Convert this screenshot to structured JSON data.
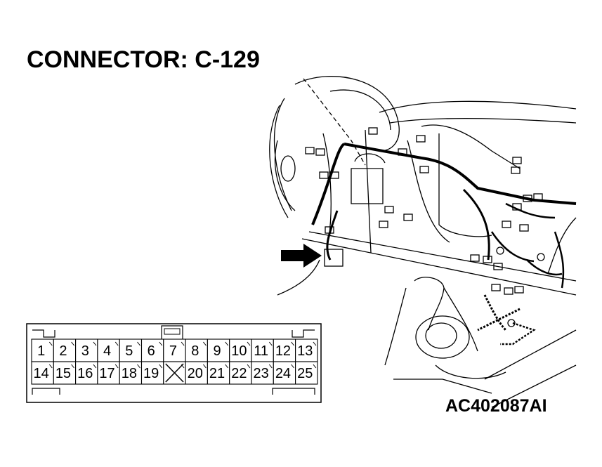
{
  "title": "CONNECTOR: C-129",
  "figure_code": "AC402087AI",
  "connector": {
    "top_row": [
      "1",
      "2",
      "3",
      "4",
      "5",
      "6",
      "7",
      "8",
      "9",
      "10",
      "11",
      "12",
      "13"
    ],
    "bottom_row": [
      "14",
      "15",
      "16",
      "17",
      "18",
      "19",
      "",
      "20",
      "21",
      "22",
      "23",
      "24",
      "25"
    ],
    "empty_cavity_index": 6
  }
}
